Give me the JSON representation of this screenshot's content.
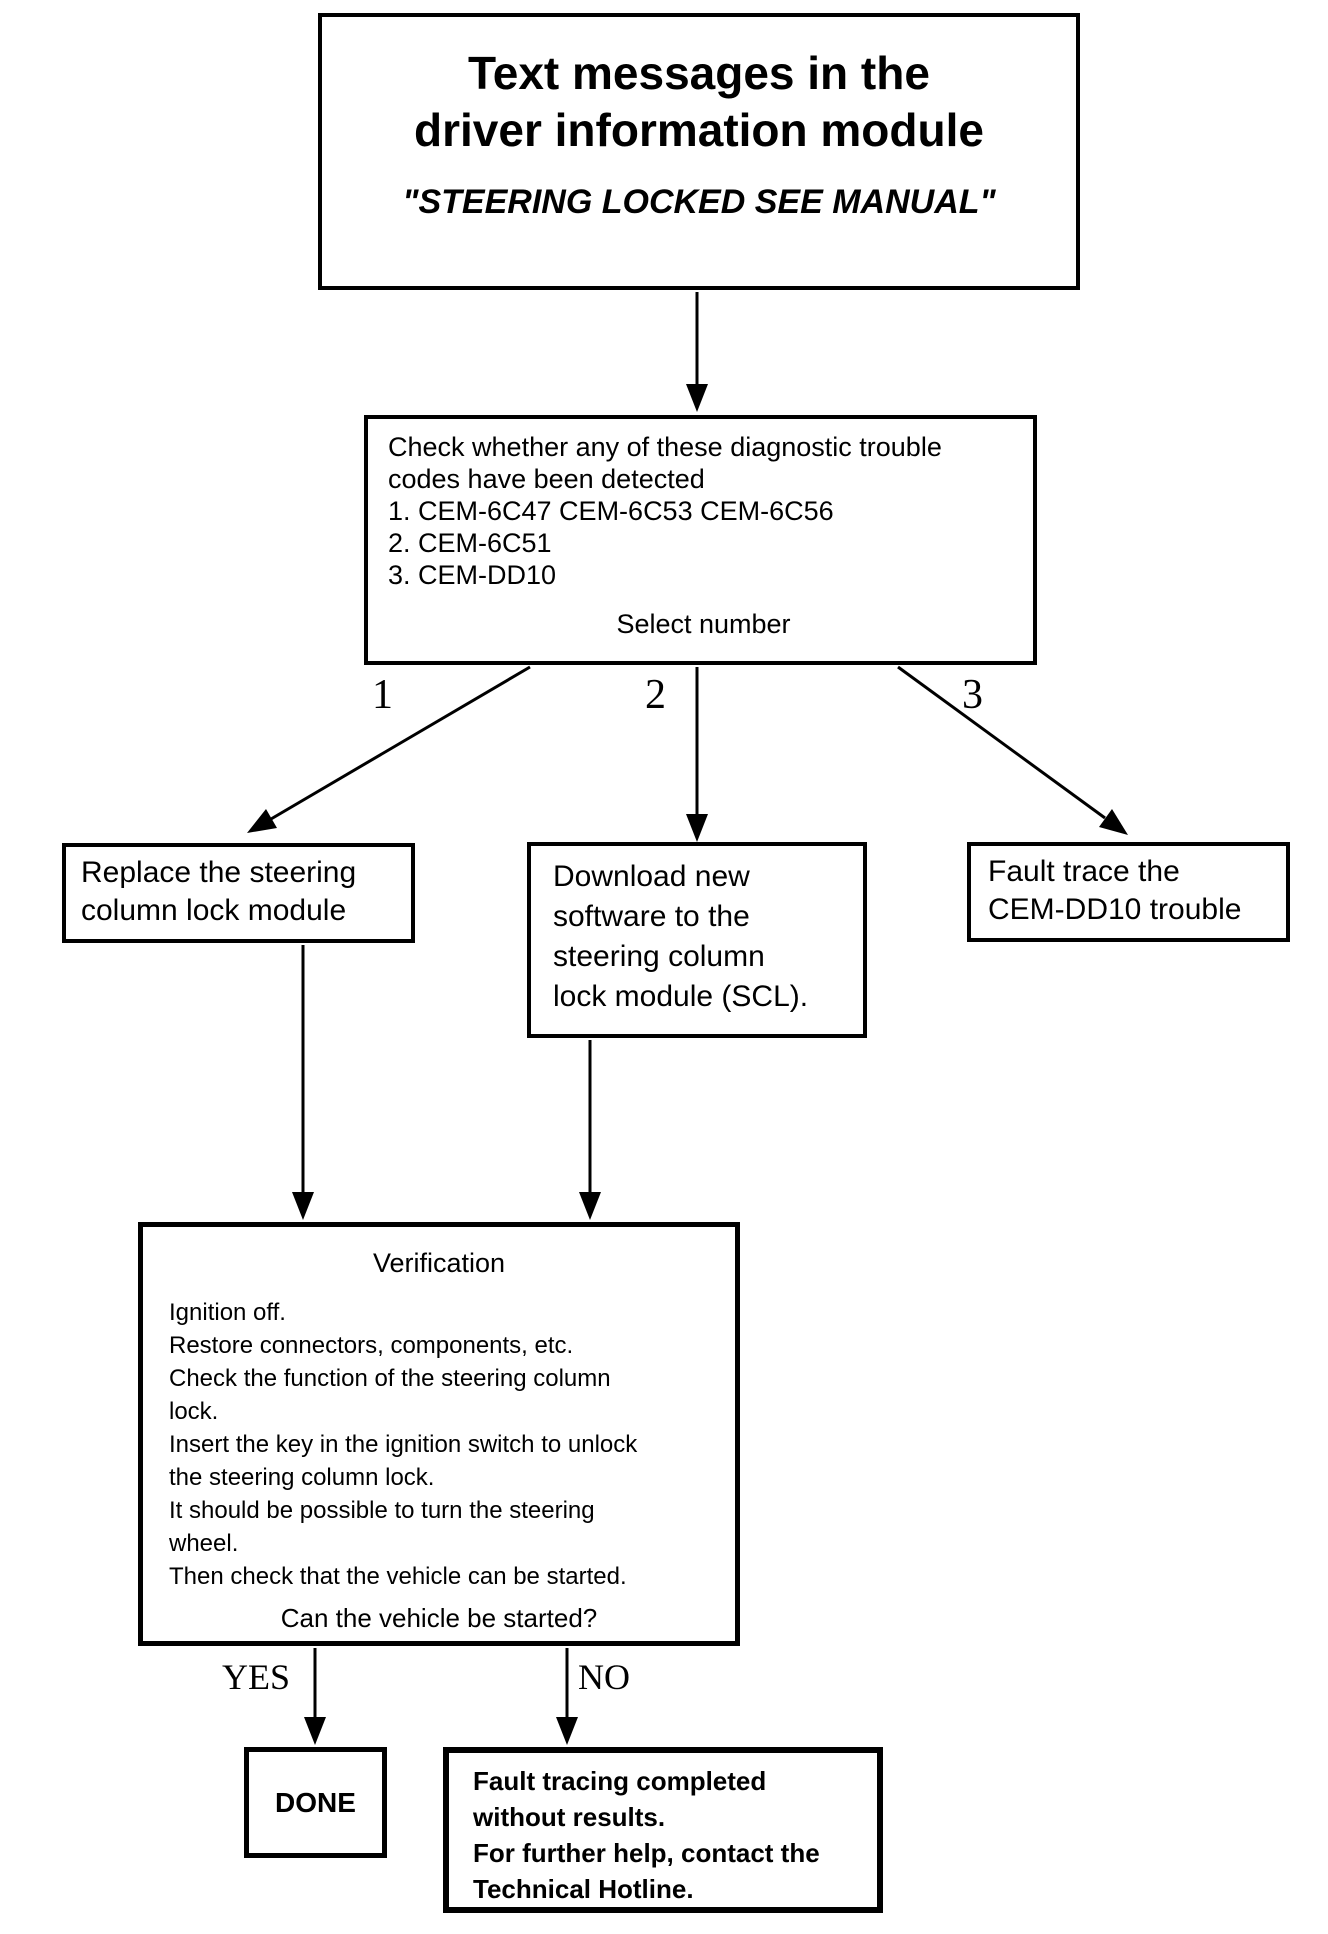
{
  "colors": {
    "ink": "#000000",
    "background": "#ffffff"
  },
  "diagram": {
    "title_box": {
      "line1": "Text messages in the",
      "line2": "driver information module",
      "subtitle": "\"STEERING LOCKED SEE MANUAL\""
    },
    "check_box": {
      "lines": [
        "Check whether any of these diagnostic trouble",
        "codes have been detected",
        "1. CEM-6C47 CEM-6C53 CEM-6C56",
        "2. CEM-6C51",
        "3. CEM-DD10"
      ],
      "prompt": "Select number"
    },
    "branch_labels": {
      "b1": "1",
      "b2": "2",
      "b3": "3"
    },
    "replace_box": {
      "lines": [
        "Replace the steering",
        "column lock module"
      ]
    },
    "download_box": {
      "lines": [
        "Download new",
        "software to the",
        "steering column",
        "lock module (SCL)."
      ]
    },
    "fault_trace_box": {
      "lines": [
        "Fault trace the",
        "CEM-DD10 trouble"
      ]
    },
    "verification_box": {
      "heading": "Verification",
      "lines": [
        "Ignition off.",
        "Restore connectors, components, etc.",
        "Check the function of the steering column",
        "lock.",
        "Insert the key in the ignition switch to unlock",
        "the steering column lock.",
        "It should be possible to turn the steering",
        "wheel.",
        "Then check that the vehicle can be started."
      ],
      "question": "Can the vehicle be started?"
    },
    "yes_label": "YES",
    "no_label": "NO",
    "done_box": {
      "text": "DONE"
    },
    "hotline_box": {
      "lines": [
        "Fault tracing completed",
        "without results.",
        "For further help, contact the",
        "Technical Hotline."
      ]
    }
  }
}
